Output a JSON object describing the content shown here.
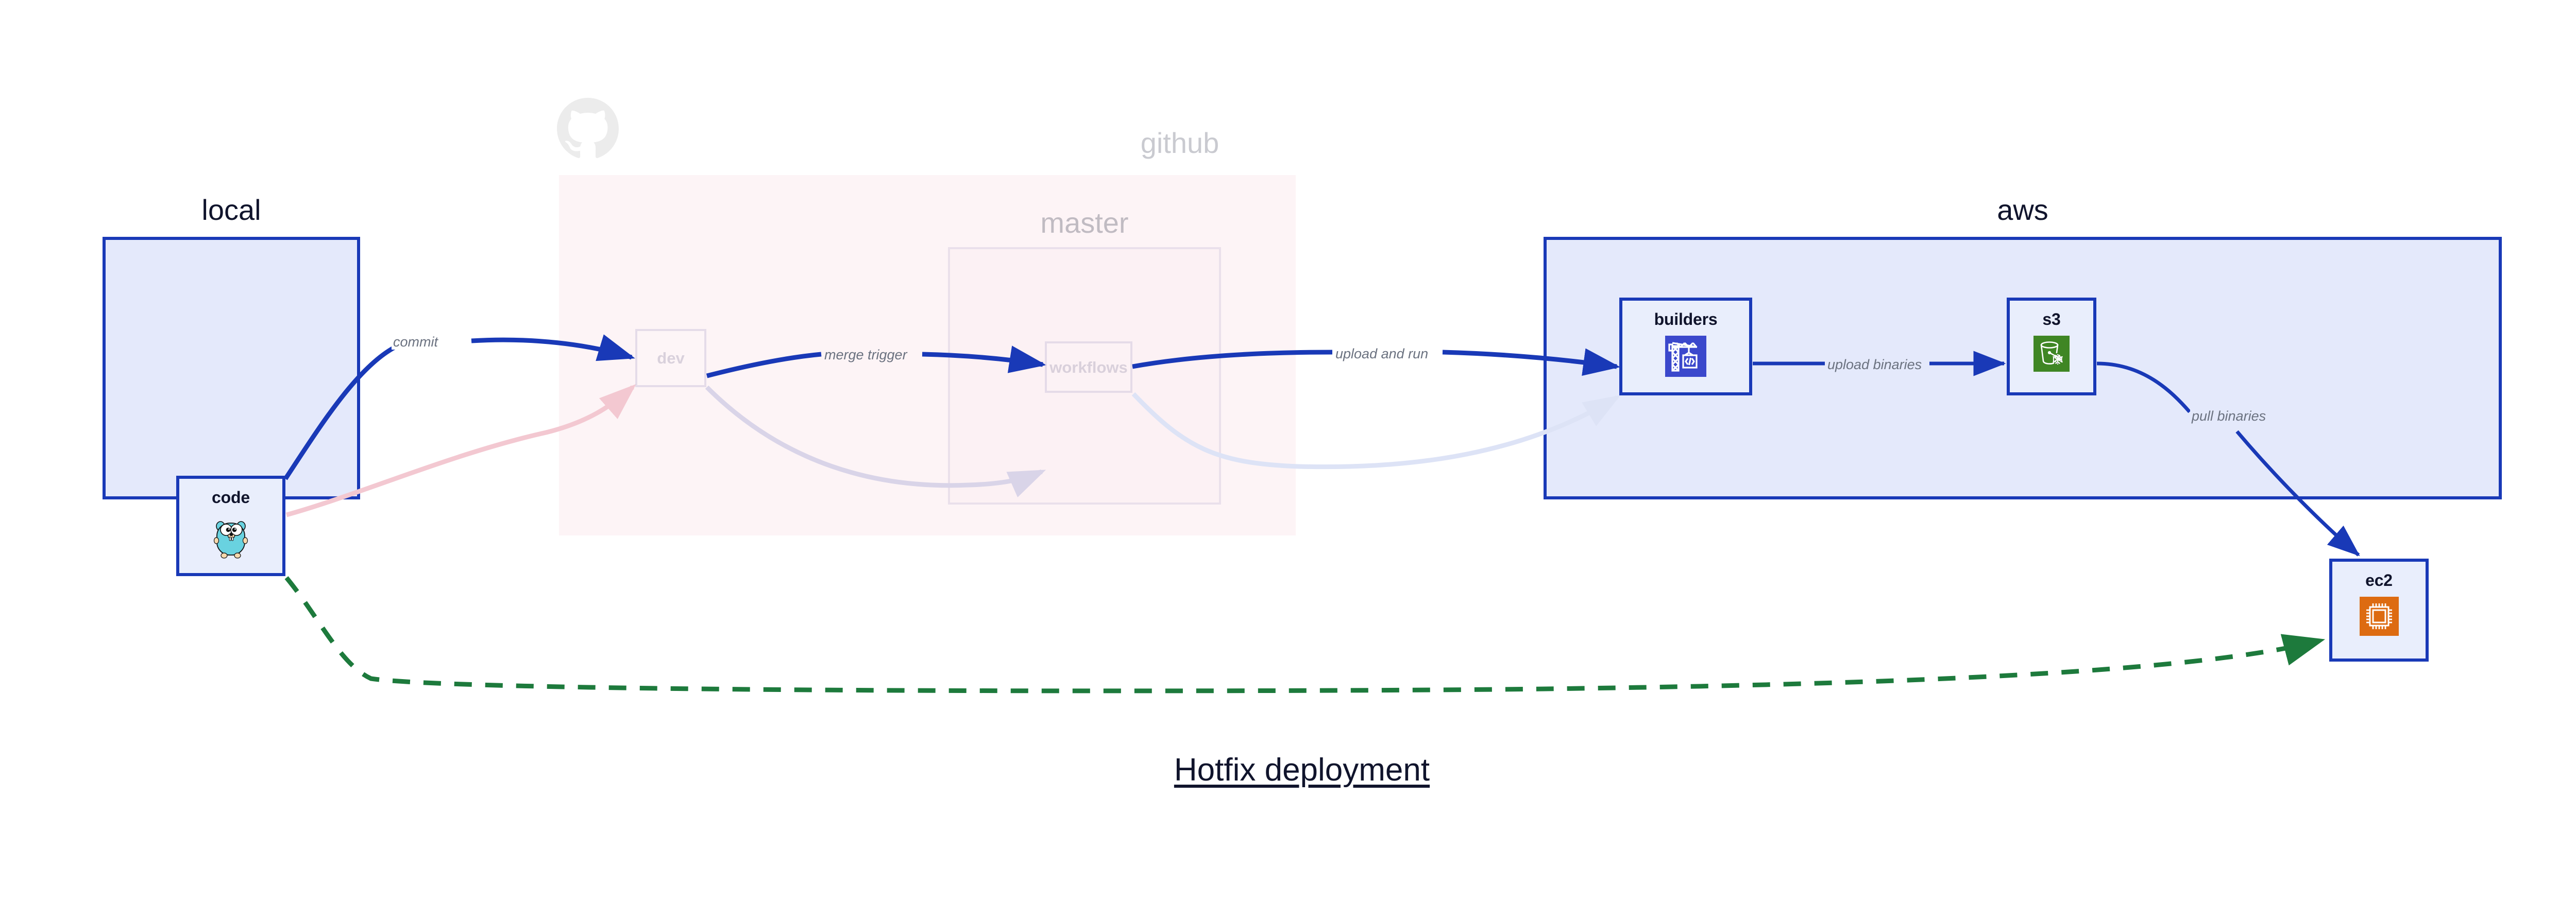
{
  "diagram": {
    "title": "Hotfix deployment",
    "type": "deployment-flow"
  },
  "clusters": [
    {
      "id": "local",
      "label": "local",
      "fill": "#e4e9fb",
      "stroke": "#1939b7",
      "faded": false
    },
    {
      "id": "github",
      "label": "github",
      "fill": "#fadfe5",
      "stroke": "#fadfe5",
      "faded": true
    },
    {
      "id": "master",
      "label": "master",
      "fill": "#fadfe5",
      "stroke": "#c9bcd8",
      "faded": true
    },
    {
      "id": "aws",
      "label": "aws",
      "fill": "#e4e9fb",
      "stroke": "#1939b7",
      "faded": false
    }
  ],
  "nodes": [
    {
      "id": "code",
      "label": "code",
      "icon": "go-gopher-icon",
      "cluster": "local",
      "faded": false
    },
    {
      "id": "dev",
      "label": "dev",
      "icon": "none",
      "cluster": "github",
      "faded": true
    },
    {
      "id": "workflows",
      "label": "workflows",
      "icon": "none",
      "cluster": "master",
      "faded": true
    },
    {
      "id": "builders",
      "label": "builders",
      "icon": "aws-codebuild-icon",
      "cluster": "aws",
      "faded": false,
      "icon_color": "#3b48cc"
    },
    {
      "id": "s3",
      "label": "s3",
      "icon": "aws-s3-glacier-icon",
      "cluster": "aws",
      "faded": false,
      "icon_color": "#3f8624"
    },
    {
      "id": "ec2",
      "label": "ec2",
      "icon": "aws-ec2-icon",
      "cluster": "aws",
      "faded": false,
      "icon_color": "#dd6b11"
    }
  ],
  "edges": [
    {
      "from": "code",
      "to": "dev",
      "label": "commit",
      "style": "solid",
      "color": "#1939b7",
      "faded": false
    },
    {
      "from": "dev",
      "to": "workflows",
      "label": "merge trigger",
      "style": "solid",
      "color": "#1939b7",
      "faded": false
    },
    {
      "from": "workflows",
      "to": "builders",
      "label": "upload and run",
      "style": "solid",
      "color": "#1939b7",
      "faded": false
    },
    {
      "from": "builders",
      "to": "s3",
      "label": "upload binaries",
      "style": "solid",
      "color": "#1939b7",
      "faded": false
    },
    {
      "from": "s3",
      "to": "ec2",
      "label": "pull binaries",
      "style": "solid",
      "color": "#1939b7",
      "faded": false
    },
    {
      "from": "code",
      "to": "ec2",
      "label": "",
      "style": "dashed",
      "color": "#1d7a3c",
      "faded": false
    },
    {
      "from": "code",
      "to": "dev",
      "label": "",
      "style": "solid",
      "color": "#f3c8d1",
      "faded": true
    },
    {
      "from": "dev",
      "to": "workflows",
      "label": "",
      "style": "solid",
      "color": "#d9d4e8",
      "faded": true
    },
    {
      "from": "workflows",
      "to": "builders",
      "label": "",
      "style": "solid",
      "color": "#dde3f6",
      "faded": true
    }
  ],
  "palette": {
    "node_fill": "#e9eefc",
    "node_stroke": "#1939b7",
    "cluster_blue_fill": "#e4e9fb",
    "cluster_pink_fill": "#fadfe5",
    "edge_blue": "#1939b7",
    "edge_green": "#1d7a3c",
    "label_gray": "#6b7280",
    "text_dark": "#10142c",
    "codebuild_blue": "#3b48cc",
    "s3_green": "#3f8624",
    "ec2_orange": "#dd6b11",
    "gopher_teal": "#69d2e0"
  }
}
